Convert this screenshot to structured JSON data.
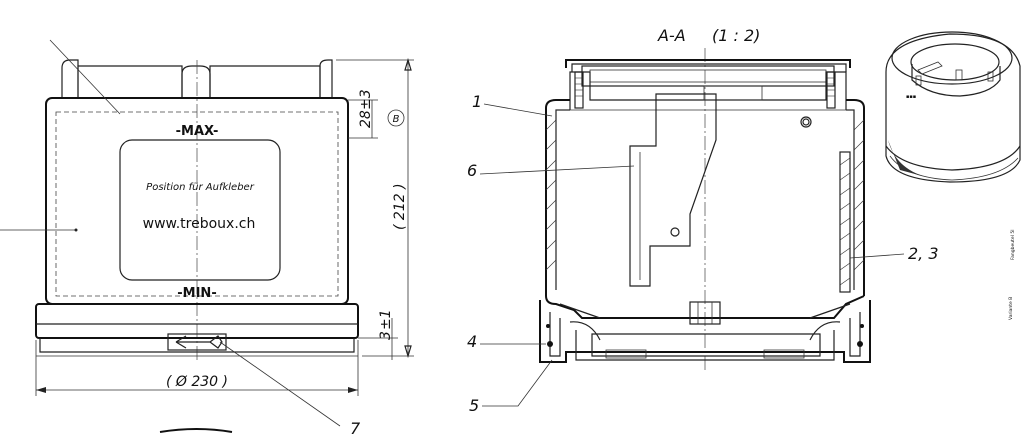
{
  "front_view": {
    "label_max": "-MAX-",
    "label_min": "-MIN-",
    "sticker_text": "Position für Aufkleber",
    "website": "www.treboux.ch",
    "dim_28": "28",
    "dim_28_tol": "±3",
    "dim_b": "B",
    "dim_212": "( 212 )",
    "dim_3": "3",
    "dim_3_tol": "±1",
    "dim_diameter": "( Ø 230 )",
    "callout_7": "7"
  },
  "section_view": {
    "title": "A-A",
    "scale": "(1 : 2)",
    "callout_1": "1",
    "callout_6": "6",
    "callout_23": "2, 3",
    "callout_4": "4",
    "callout_5": "5"
  },
  "side_notes": {
    "note_top": "Fangbeutel 5l",
    "note_bottom": "Variante B"
  }
}
